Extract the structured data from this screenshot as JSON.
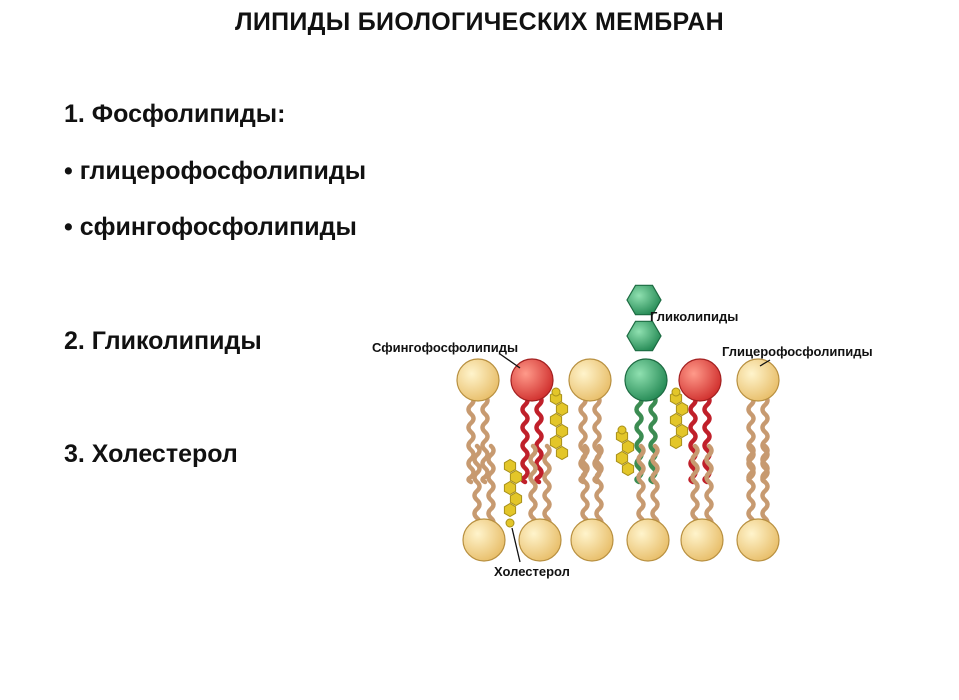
{
  "slide": {
    "title": "ЛИПИДЫ БИОЛОГИЧЕСКИХ МЕМБРАН",
    "items": [
      "1. Фосфолипиды:",
      "• глицерофосфолипиды",
      "• сфингофосфолипиды",
      "2. Гликолипиды",
      "3. Холестерол"
    ]
  },
  "diagram": {
    "labels": {
      "sphingo": "Сфингофосфолипиды",
      "glyco": "Гликолипиды",
      "glycero": "Глицерофосфолипиды",
      "chol": "Холестерол"
    },
    "colors": {
      "head_default": "#F2D08A",
      "head_sphingo": "#E05050",
      "head_glyco": "#3DA66E",
      "tail_default": "#C79A70",
      "tail_sphingo": "#C0202A",
      "tail_glyco": "#3C8C52",
      "cholesterol": "#E3C629"
    }
  }
}
